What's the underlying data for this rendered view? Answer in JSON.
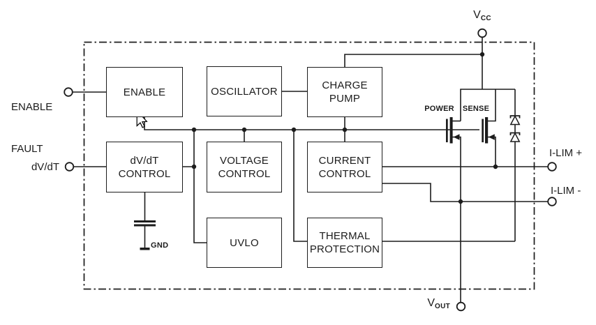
{
  "blocks": {
    "enable": {
      "label": "ENABLE"
    },
    "oscillator": {
      "label": "OSCILLATOR"
    },
    "charge_pump": {
      "line1": "CHARGE",
      "line2": "PUMP"
    },
    "dvdt_control": {
      "line1": "dV/dT",
      "line2": "CONTROL"
    },
    "voltage_control": {
      "line1": "VOLTAGE",
      "line2": "CONTROL"
    },
    "current_control": {
      "line1": "CURRENT",
      "line2": "CONTROL"
    },
    "uvlo": {
      "label": "UVLO"
    },
    "thermal_protection": {
      "line1": "THERMAL",
      "line2": "PROTECTION"
    }
  },
  "pins": {
    "enable_fault": {
      "line1": "ENABLE",
      "line2": "FAULT"
    },
    "dvdt": {
      "label": "dV/dT"
    },
    "vcc": {
      "main": "V",
      "sub": "CC"
    },
    "vout": {
      "main": "V",
      "sub": "OUT"
    },
    "ilim_plus": {
      "label": "I-LIM +"
    },
    "ilim_minus": {
      "label": "I-LIM -"
    }
  },
  "transistors": {
    "power": "POWER",
    "sense": "SENSE"
  },
  "ground": {
    "label": "GND"
  },
  "colors": {
    "line": "#1c1c1c",
    "background": "#ffffff"
  }
}
